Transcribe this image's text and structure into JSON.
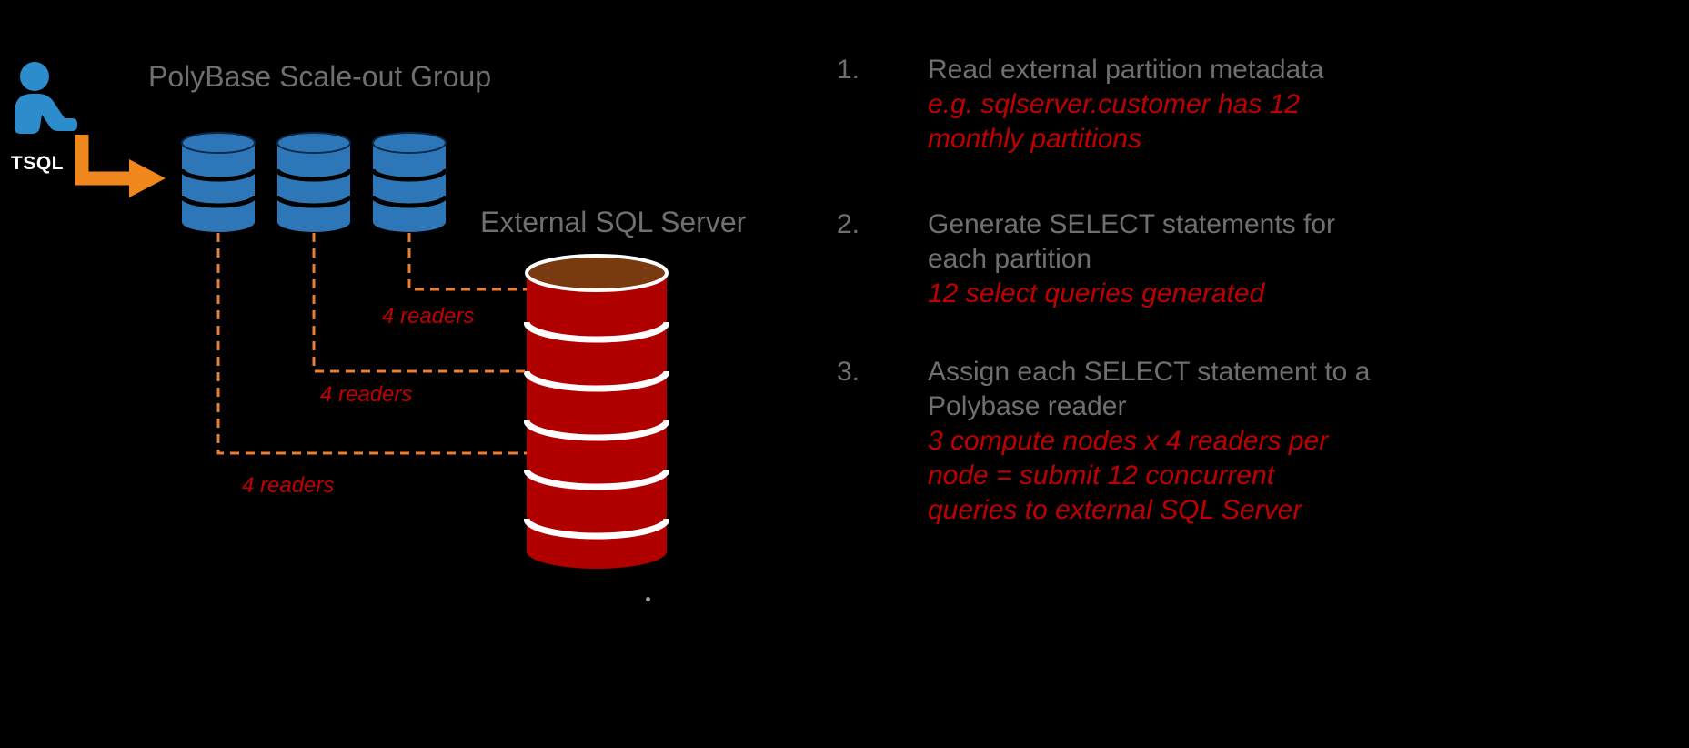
{
  "colors": {
    "background": "#000000",
    "heading_text": "#6f6f6f",
    "step_text": "#6f6f6f",
    "annotation_red": "#c00000",
    "tsql_white": "#ffffff",
    "arrow_orange": "#f0871c",
    "connector_orange": "#ed7d31",
    "compute_node_blue": "#2d77b8",
    "external_server_red": "#b00000",
    "external_server_top_brown": "#7a3a10"
  },
  "diagram": {
    "title": "PolyBase Scale-out Group",
    "tsql_label": "TSQL",
    "external_server_label": "External SQL Server",
    "reader_labels": [
      "4 readers",
      "4 readers",
      "4 readers"
    ]
  },
  "steps": [
    {
      "number": "1.",
      "text": "Read external partition metadata",
      "annotation": "e.g. sqlserver.customer has 12\nmonthly partitions"
    },
    {
      "number": "2.",
      "text": "Generate SELECT statements for\neach partition",
      "annotation": "12 select queries generated"
    },
    {
      "number": "3.",
      "text": "Assign each SELECT statement to a\nPolybase reader",
      "annotation": "3 compute nodes x 4 readers per\nnode = submit 12 concurrent\nqueries to external SQL Server"
    }
  ]
}
